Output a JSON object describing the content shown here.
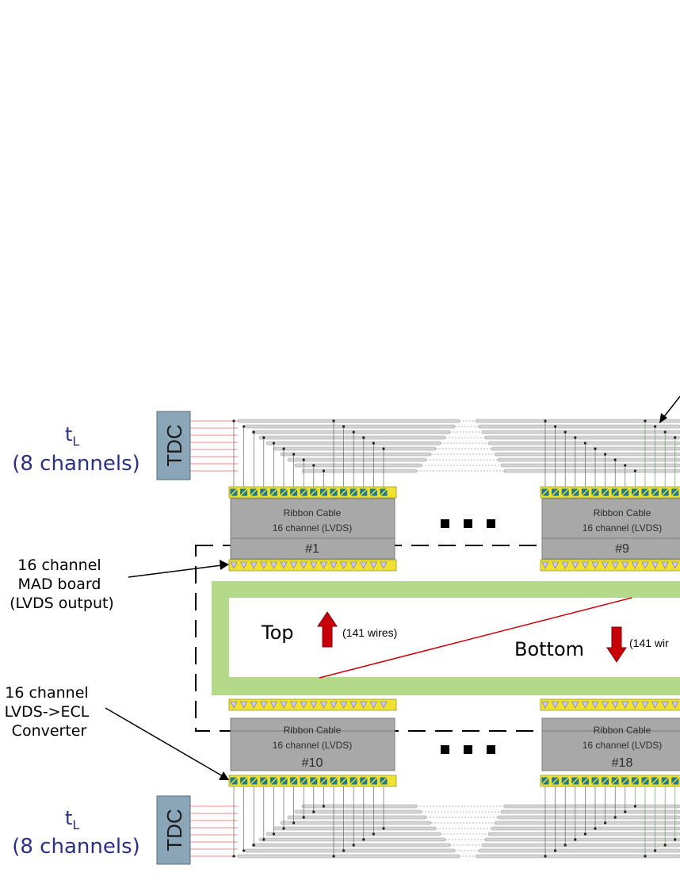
{
  "tdc_top": {
    "label": "TDC",
    "t_symbol": "t",
    "t_subscript": "L",
    "channels": "(8 channels)"
  },
  "tdc_bottom": {
    "label": "TDC",
    "t_symbol": "t",
    "t_subscript": "L",
    "channels": "(8 channels)"
  },
  "annotations": {
    "mad_board": [
      "16 channel",
      "MAD board",
      "(LVDS output)"
    ],
    "converter": [
      "16 channel",
      "LVDS->ECL",
      "Converter"
    ]
  },
  "boxes": [
    {
      "line1": "Ribbon Cable",
      "line2": "16 channel (LVDS)",
      "number": "#1"
    },
    {
      "line1": "Ribbon Cable",
      "line2": "16 channel (LVDS)",
      "number": "#9"
    },
    {
      "line1": "Ribbon Cable",
      "line2": "16 channel (LVDS)",
      "number": "#10"
    },
    {
      "line1": "Ribbon Cable",
      "line2": "16 channel (LVDS)",
      "number": "#18"
    }
  ],
  "chamber": {
    "top_label": "Top",
    "top_wires": "(141 wires)",
    "bottom_label": "Bottom",
    "bottom_wires": "(141 wir"
  },
  "colors": {
    "tdc_fill": "#8aa4b8",
    "box_fill": "#a8a8a8",
    "chamber_border": "#b5d98a",
    "connector_yellow": "#f0e030",
    "connector_teal": "#1f7a8c",
    "arrow_red": "#c8000a",
    "text_blue": "#2b2f86"
  }
}
